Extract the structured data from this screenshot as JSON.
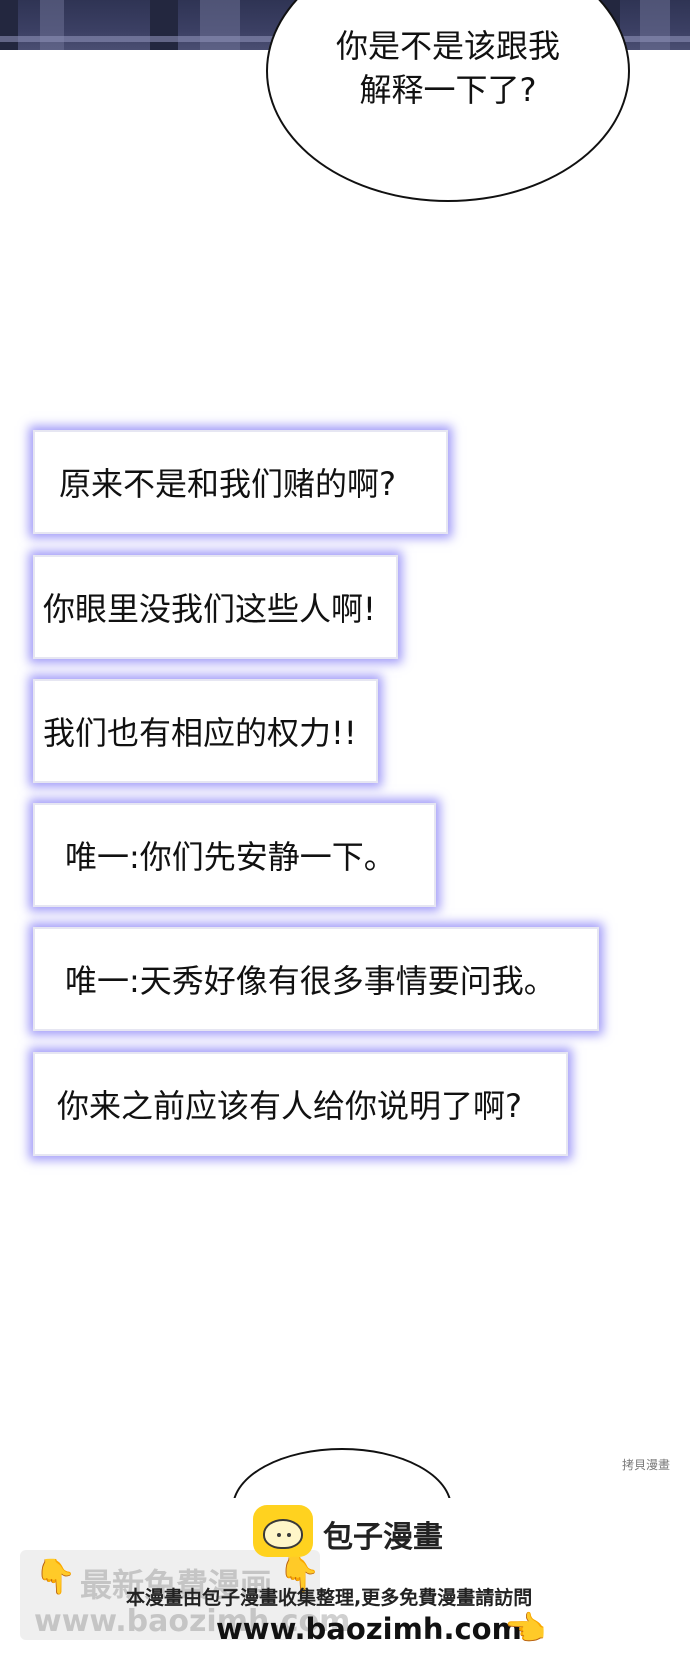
{
  "speech_bubble": {
    "text": "你是不是该跟我\n解释一下了?"
  },
  "captions": [
    {
      "text": "原来不是和我们赌的啊?"
    },
    {
      "text": "你眼里没我们这些人啊!"
    },
    {
      "text": "我们也有相应的权力!!"
    },
    {
      "text": "唯一:你们先安静一下。"
    },
    {
      "text": "唯一:天秀好像有很多事情要问我。"
    },
    {
      "text": "你来之前应该有人给你说明了啊?"
    }
  ],
  "copyright": "拷貝漫畫",
  "footer": {
    "brand": "包子漫畫",
    "ghost_line1": "最新免費漫画",
    "ghost_line2": "www.baozimh.com",
    "notice": "本漫畫由包子漫畫收集整理,更多免費漫畫請訪問",
    "url": "www.baozimh.com",
    "hand_left": "👇",
    "hand_center": "👇",
    "hand_right": "👈"
  },
  "colors": {
    "caption_glow": "#8078f5",
    "logo_yellow": "#ffd21f"
  },
  "icons": {
    "logo": "bun-logo-icon",
    "hands": "pointing-hand-icon"
  }
}
